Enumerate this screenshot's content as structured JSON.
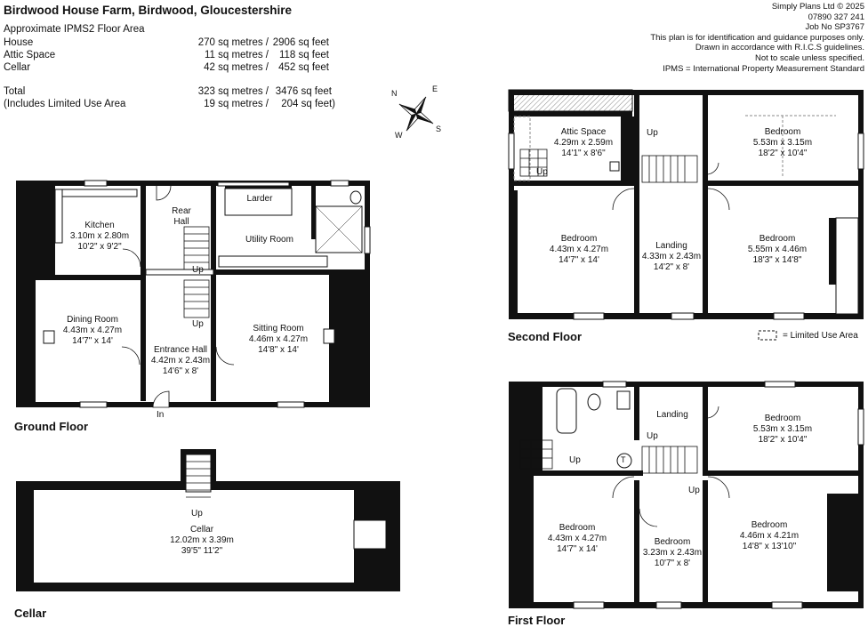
{
  "header": {
    "title": "Birdwood House Farm, Birdwood, Gloucestershire",
    "area_heading": "Approximate IPMS2 Floor Area"
  },
  "areas": [
    {
      "label": "House",
      "metric": "270 sq metres /",
      "imperial": "2906 sq feet"
    },
    {
      "label": "Attic Space",
      "metric": "11 sq metres /",
      "imperial": "118 sq feet"
    },
    {
      "label": "Cellar",
      "metric": "42 sq metres /",
      "imperial": "452 sq feet"
    }
  ],
  "totals": [
    {
      "label": "Total",
      "metric": "323 sq metres /",
      "imperial": "3476 sq feet"
    },
    {
      "label": "(Includes Limited Use Area",
      "metric": "19 sq metres /",
      "imperial": "204 sq feet)"
    }
  ],
  "credit": [
    "Simply Plans Ltd © 2025",
    "07890 327 241",
    "Job No SP3767",
    "This plan is for identification and guidance purposes only.",
    "Drawn in accordance with R.I.C.S guidelines.",
    "Not to scale unless specified.",
    "IPMS = International Property Measurement Standard"
  ],
  "compass": {
    "n": "N",
    "e": "E",
    "s": "S",
    "w": "W"
  },
  "floors": {
    "ground": "Ground Floor",
    "cellar": "Cellar",
    "second": "Second Floor",
    "first": "First Floor"
  },
  "legend": "= Limited Use Area",
  "rooms": {
    "kitchen": {
      "name": "Kitchen",
      "metric": "3.10m x 2.80m",
      "imperial": "10'2\" x 9'2\""
    },
    "rear_hall": {
      "name": "Rear",
      "name2": "Hall"
    },
    "larder": {
      "name": "Larder"
    },
    "utility": {
      "name": "Utility Room"
    },
    "dining": {
      "name": "Dining Room",
      "metric": "4.43m x 4.27m",
      "imperial": "14'7\" x 14'"
    },
    "entrance": {
      "name": "Entrance Hall",
      "metric": "4.42m x 2.43m",
      "imperial": "14'6\" x 8'"
    },
    "sitting": {
      "name": "Sitting Room",
      "metric": "4.46m x 4.27m",
      "imperial": "14'8\" x 14'"
    },
    "cellar": {
      "name": "Cellar",
      "metric": "12.02m x 3.39m",
      "imperial": "39'5\" 11'2\""
    },
    "attic": {
      "name": "Attic Space",
      "metric": "4.29m x 2.59m",
      "imperial": "14'1\" x 8'6\""
    },
    "sf_bed1": {
      "name": "Bedroom",
      "metric": "5.53m x 3.15m",
      "imperial": "18'2\" x 10'4\""
    },
    "sf_bed2": {
      "name": "Bedroom",
      "metric": "4.43m x 4.27m",
      "imperial": "14'7\" x 14'"
    },
    "sf_landing": {
      "name": "Landing",
      "metric": "4.33m x 2.43m",
      "imperial": "14'2\" x 8'"
    },
    "sf_bed3": {
      "name": "Bedroom",
      "metric": "5.55m x 4.46m",
      "imperial": "18'3\" x 14'8\""
    },
    "ff_landing": {
      "name": "Landing"
    },
    "ff_bed1": {
      "name": "Bedroom",
      "metric": "5.53m x 3.15m",
      "imperial": "18'2\" x 10'4\""
    },
    "ff_bed2": {
      "name": "Bedroom",
      "metric": "4.43m x 4.27m",
      "imperial": "14'7\" x 14'"
    },
    "ff_bed3": {
      "name": "Bedroom",
      "metric": "3.23m x 2.43m",
      "imperial": "10'7\" x 8'"
    },
    "ff_bed4": {
      "name": "Bedroom",
      "metric": "4.46m x 4.21m",
      "imperial": "14'8\" x 13'10\""
    }
  },
  "labels": {
    "up": "Up",
    "in": "In",
    "t": "T"
  }
}
